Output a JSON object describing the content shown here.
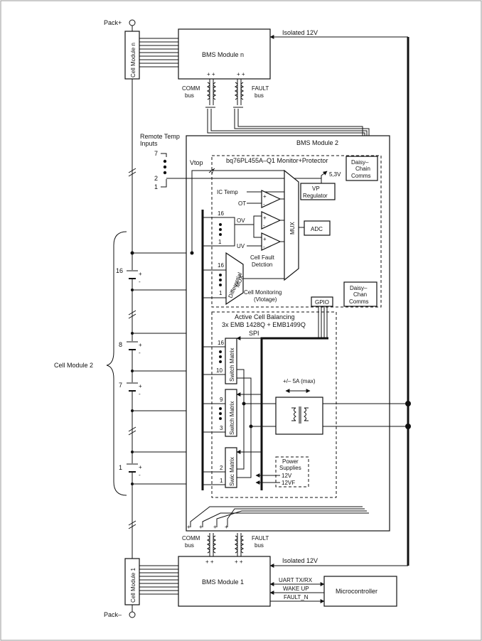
{
  "labels": {
    "pack_plus": "Pack+",
    "pack_minus": "Pack–",
    "cell_module_n": "Cell Module n",
    "cell_module_1": "Cell Module 1",
    "cell_module_2": "Cell Module 2",
    "bms_module_n": "BMS Module n",
    "bms_module_1": "BMS Module 1",
    "bms_module_2": "BMS Module 2",
    "isolated_12v": "Isolated 12V",
    "comm": "COMM",
    "fault": "FAULT",
    "bus": "bus",
    "remote_temp_1": "Remote Temp",
    "remote_temp_2": "Inputs",
    "rt_7": "7",
    "rt_2": "2",
    "rt_1": "1",
    "vtop": "Vtop",
    "vtop_7": "7",
    "monitor_title": "bq76PL455A–Q1 Monitor+Protector",
    "v53": "5,3V",
    "vp_reg_1": "VP",
    "vp_reg_2": "Regulator",
    "daisy_top_1": "Daisy–",
    "daisy_top_2": "Chain",
    "daisy_top_3": "Comms",
    "daisy_bot_1": "Daisy–",
    "daisy_bot_2": "Chan",
    "daisy_bot_3": "Comms",
    "ic_temp": "IC Temp",
    "ot": "OT",
    "ov": "OV",
    "uv": "UV",
    "mux": "MUX",
    "adc": "ADC",
    "cell_fault_1": "Cell Fault",
    "cell_fault_2": "Detction",
    "diff_mux_1": "Differential",
    "diff_mux_2": "MUX",
    "cell_mon_1": "Cell Monitoring",
    "cell_mon_2": "(Vlotage)",
    "gpio": "GPIO",
    "acb_1": "Active Cell Balancing",
    "acb_2": "3x EMB 1428Q + EMB1499Q",
    "spi": "SPI",
    "switch_matrix_a": "Switch Matrix",
    "switch_matrix_b": "Switch Matrix",
    "switch_matrix_c": "Swic Matrix",
    "current": "+/– 5A (max)",
    "power_1": "Power",
    "power_2": "Supplies",
    "v12": "12V",
    "v12f": "12VF",
    "n16a": "16",
    "n1a": "1",
    "n16b": "16",
    "n1b": "1",
    "n16c": "16",
    "n10": "10",
    "n9": "9",
    "n3": "3",
    "n2": "2",
    "n1c": "1",
    "cell16": "16",
    "cell8": "8",
    "cell7": "7",
    "cell1": "1",
    "uart": "UART TX/RX",
    "wake": "WAKE UP",
    "fault_n": "FAULT_N",
    "microcontroller": "Microcontroller"
  }
}
